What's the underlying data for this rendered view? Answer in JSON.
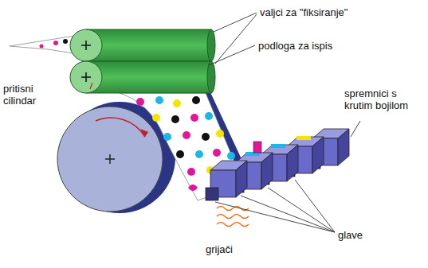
{
  "diagram": {
    "labels": [
      "valjci za \"fiksiranje\"",
      "podloga za ispis",
      "spremnici s krutim bojilom",
      "pritisni cilindar",
      "glave",
      "grijači"
    ]
  }
}
